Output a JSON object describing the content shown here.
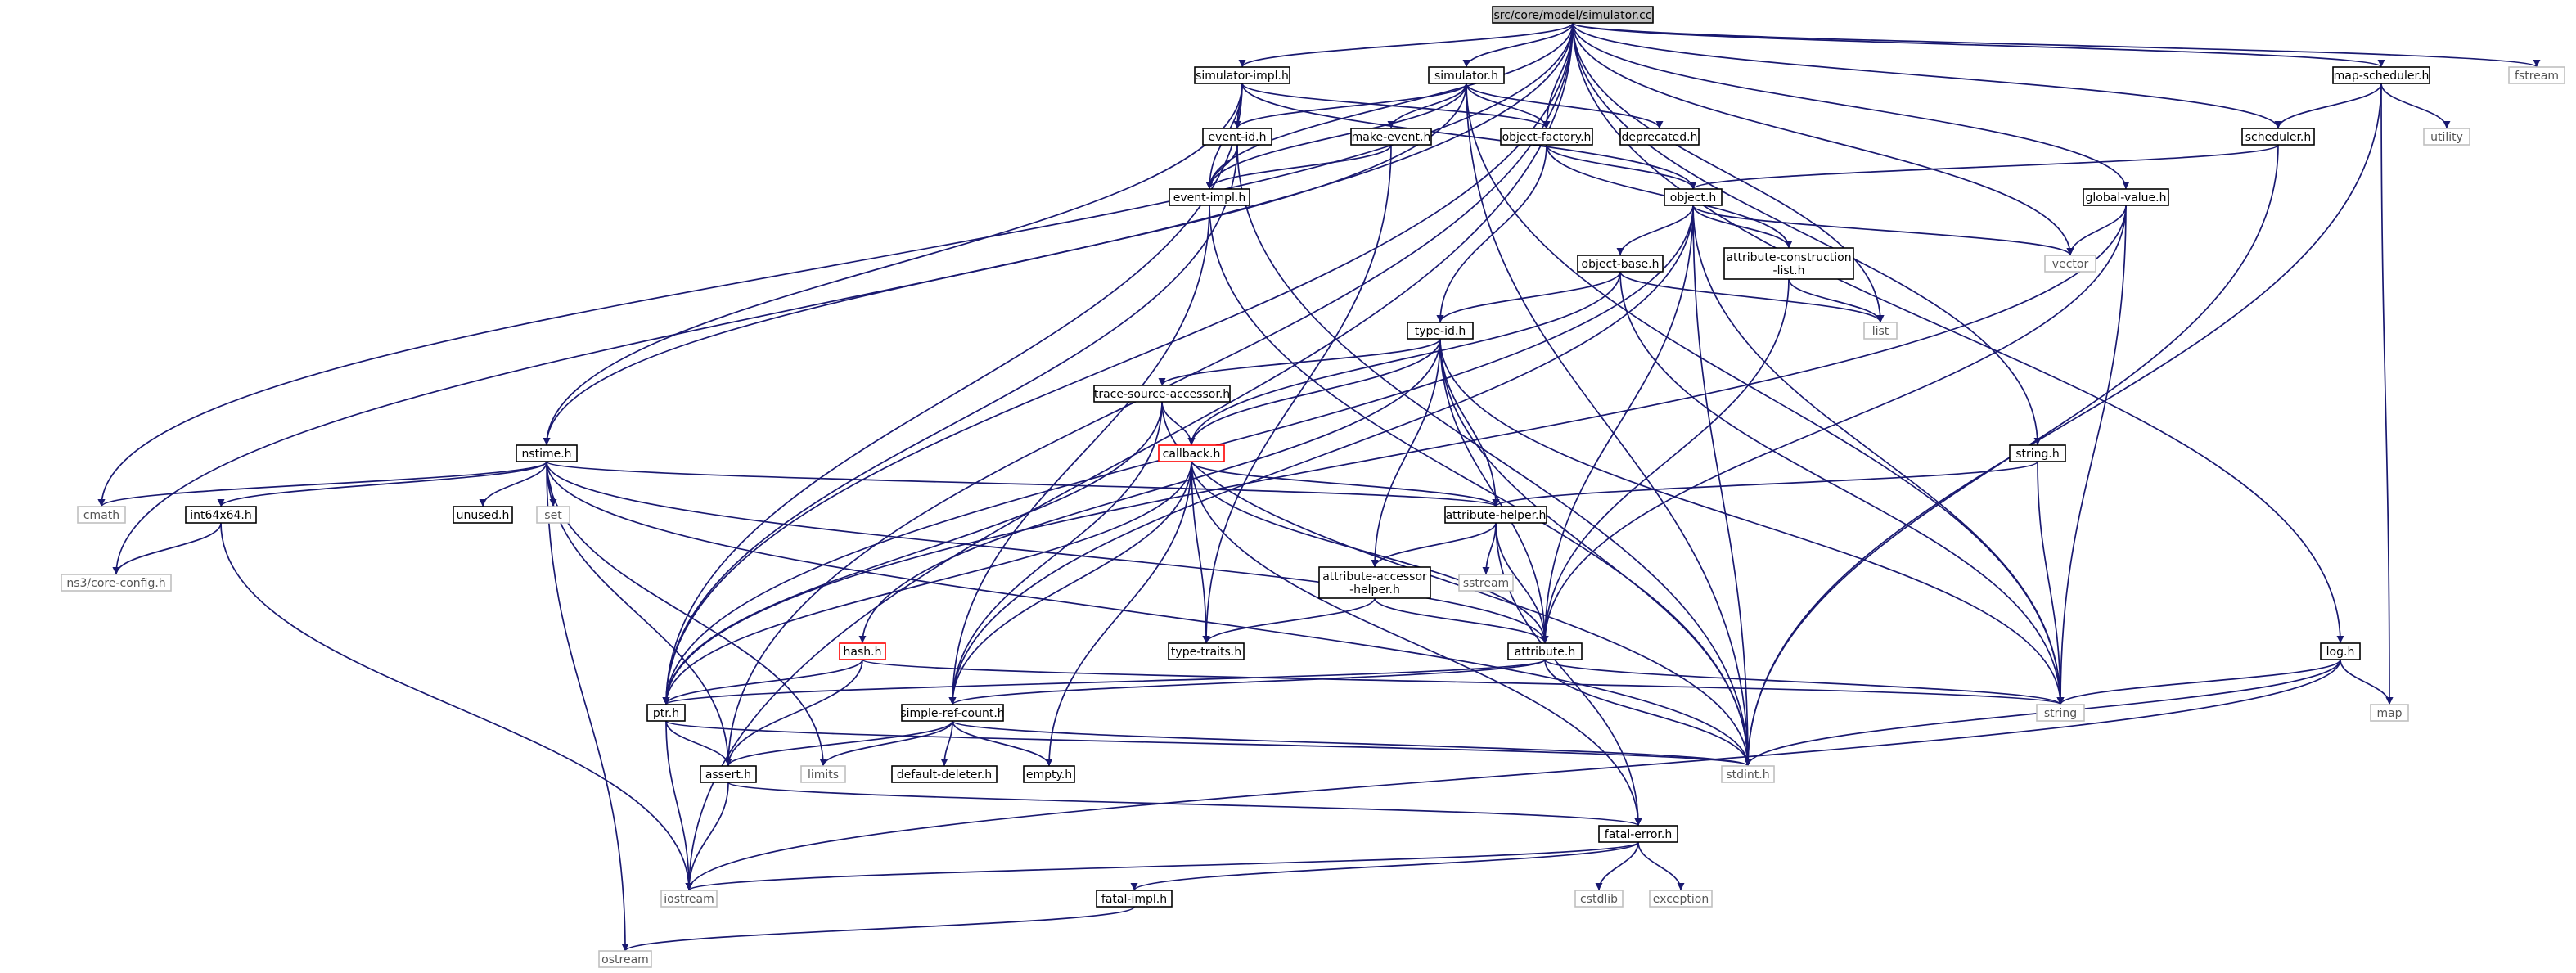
{
  "graph": {
    "edge_color": "#191970",
    "node_border_color": "#000000",
    "system_header_border_color": "#bfbfbf",
    "unresolved_border_color": "#ff0000",
    "root_fill_color": "#bfbfbf",
    "nodes": [
      {
        "id": "root",
        "label": "src/core/model/simulator.cc",
        "kind": "root"
      },
      {
        "id": "simulator-impl.h",
        "label": "simulator-impl.h",
        "kind": "header"
      },
      {
        "id": "simulator.h",
        "label": "simulator.h",
        "kind": "header"
      },
      {
        "id": "map-scheduler.h",
        "label": "map-scheduler.h",
        "kind": "header"
      },
      {
        "id": "fstream",
        "label": "fstream",
        "kind": "system"
      },
      {
        "id": "event-id.h",
        "label": "event-id.h",
        "kind": "header"
      },
      {
        "id": "object-factory.h",
        "label": "object-factory.h",
        "kind": "header"
      },
      {
        "id": "deprecated.h",
        "label": "deprecated.h",
        "kind": "header"
      },
      {
        "id": "utility",
        "label": "utility",
        "kind": "system"
      },
      {
        "id": "make-event.h",
        "label": "make-event.h",
        "kind": "header"
      },
      {
        "id": "scheduler.h",
        "label": "scheduler.h",
        "kind": "header"
      },
      {
        "id": "event-impl.h",
        "label": "event-impl.h",
        "kind": "header"
      },
      {
        "id": "object.h",
        "label": "object.h",
        "kind": "header"
      },
      {
        "id": "global-value.h",
        "label": "global-value.h",
        "kind": "header"
      },
      {
        "id": "object-base.h",
        "label": "object-base.h",
        "kind": "header"
      },
      {
        "id": "attribute-construction-list.h",
        "label": "attribute-construction\n-list.h",
        "kind": "header"
      },
      {
        "id": "vector",
        "label": "vector",
        "kind": "system"
      },
      {
        "id": "list",
        "label": "list",
        "kind": "system"
      },
      {
        "id": "type-id.h",
        "label": "type-id.h",
        "kind": "header"
      },
      {
        "id": "trace-source-accessor.h",
        "label": "trace-source-accessor.h",
        "kind": "header"
      },
      {
        "id": "nstime.h",
        "label": "nstime.h",
        "kind": "header"
      },
      {
        "id": "callback.h",
        "label": "callback.h",
        "kind": "unresolved"
      },
      {
        "id": "string.h",
        "label": "string.h",
        "kind": "header"
      },
      {
        "id": "cmath",
        "label": "cmath",
        "kind": "system"
      },
      {
        "id": "int64x64.h",
        "label": "int64x64.h",
        "kind": "header"
      },
      {
        "id": "unused.h",
        "label": "unused.h",
        "kind": "header"
      },
      {
        "id": "set",
        "label": "set",
        "kind": "system"
      },
      {
        "id": "attribute-helper.h",
        "label": "attribute-helper.h",
        "kind": "header"
      },
      {
        "id": "ns3/core-config.h",
        "label": "ns3/core-config.h",
        "kind": "system"
      },
      {
        "id": "attribute-accessor-helper.h",
        "label": "attribute-accessor\n-helper.h",
        "kind": "header"
      },
      {
        "id": "sstream",
        "label": "sstream",
        "kind": "system"
      },
      {
        "id": "hash.h",
        "label": "hash.h",
        "kind": "unresolved"
      },
      {
        "id": "type-traits.h",
        "label": "type-traits.h",
        "kind": "header"
      },
      {
        "id": "attribute.h",
        "label": "attribute.h",
        "kind": "header"
      },
      {
        "id": "log.h",
        "label": "log.h",
        "kind": "header"
      },
      {
        "id": "ptr.h",
        "label": "ptr.h",
        "kind": "header"
      },
      {
        "id": "simple-ref-count.h",
        "label": "simple-ref-count.h",
        "kind": "header"
      },
      {
        "id": "string",
        "label": "string",
        "kind": "system"
      },
      {
        "id": "map",
        "label": "map",
        "kind": "system"
      },
      {
        "id": "assert.h",
        "label": "assert.h",
        "kind": "header"
      },
      {
        "id": "limits",
        "label": "limits",
        "kind": "system"
      },
      {
        "id": "default-deleter.h",
        "label": "default-deleter.h",
        "kind": "header"
      },
      {
        "id": "empty.h",
        "label": "empty.h",
        "kind": "header"
      },
      {
        "id": "stdint.h",
        "label": "stdint.h",
        "kind": "system"
      },
      {
        "id": "fatal-error.h",
        "label": "fatal-error.h",
        "kind": "header"
      },
      {
        "id": "iostream",
        "label": "iostream",
        "kind": "system"
      },
      {
        "id": "cstdlib",
        "label": "cstdlib",
        "kind": "system"
      },
      {
        "id": "exception",
        "label": "exception",
        "kind": "system"
      },
      {
        "id": "fatal-impl.h",
        "label": "fatal-impl.h",
        "kind": "header"
      },
      {
        "id": "ostream",
        "label": "ostream",
        "kind": "system"
      }
    ],
    "edges": [
      [
        "root",
        "simulator-impl.h"
      ],
      [
        "root",
        "simulator.h"
      ],
      [
        "root",
        "map-scheduler.h"
      ],
      [
        "root",
        "fstream"
      ],
      [
        "root",
        "object-factory.h"
      ],
      [
        "root",
        "event-impl.h"
      ],
      [
        "root",
        "scheduler.h"
      ],
      [
        "root",
        "global-value.h"
      ],
      [
        "root",
        "vector"
      ],
      [
        "root",
        "list"
      ],
      [
        "root",
        "string.h"
      ],
      [
        "root",
        "log.h"
      ],
      [
        "root",
        "cmath"
      ],
      [
        "root",
        "ns3/core-config.h"
      ],
      [
        "root",
        "iostream"
      ],
      [
        "root",
        "assert.h"
      ],
      [
        "root",
        "ptr.h"
      ],
      [
        "simulator-impl.h",
        "event-id.h"
      ],
      [
        "simulator-impl.h",
        "event-impl.h"
      ],
      [
        "simulator-impl.h",
        "object-factory.h"
      ],
      [
        "simulator-impl.h",
        "object.h"
      ],
      [
        "simulator-impl.h",
        "nstime.h"
      ],
      [
        "simulator-impl.h",
        "ptr.h"
      ],
      [
        "simulator.h",
        "event-id.h"
      ],
      [
        "simulator.h",
        "event-impl.h"
      ],
      [
        "simulator.h",
        "object-factory.h"
      ],
      [
        "simulator.h",
        "deprecated.h"
      ],
      [
        "simulator.h",
        "make-event.h"
      ],
      [
        "simulator.h",
        "nstime.h"
      ],
      [
        "simulator.h",
        "string"
      ],
      [
        "simulator.h",
        "stdint.h"
      ],
      [
        "map-scheduler.h",
        "scheduler.h"
      ],
      [
        "map-scheduler.h",
        "utility"
      ],
      [
        "map-scheduler.h",
        "map"
      ],
      [
        "map-scheduler.h",
        "stdint.h"
      ],
      [
        "event-id.h",
        "event-impl.h"
      ],
      [
        "event-id.h",
        "ptr.h"
      ],
      [
        "event-id.h",
        "stdint.h"
      ],
      [
        "object-factory.h",
        "object.h"
      ],
      [
        "object-factory.h",
        "type-id.h"
      ],
      [
        "object-factory.h",
        "attribute-construction-list.h"
      ],
      [
        "make-event.h",
        "event-impl.h"
      ],
      [
        "make-event.h",
        "type-traits.h"
      ],
      [
        "scheduler.h",
        "object.h"
      ],
      [
        "scheduler.h",
        "stdint.h"
      ],
      [
        "event-impl.h",
        "simple-ref-count.h"
      ],
      [
        "event-impl.h",
        "stdint.h"
      ],
      [
        "object.h",
        "object-base.h"
      ],
      [
        "object.h",
        "attribute-construction-list.h"
      ],
      [
        "object.h",
        "vector"
      ],
      [
        "object.h",
        "ptr.h"
      ],
      [
        "object.h",
        "attribute.h"
      ],
      [
        "object.h",
        "simple-ref-count.h"
      ],
      [
        "object.h",
        "stdint.h"
      ],
      [
        "object.h",
        "string"
      ],
      [
        "global-value.h",
        "vector"
      ],
      [
        "global-value.h",
        "ptr.h"
      ],
      [
        "global-value.h",
        "attribute.h"
      ],
      [
        "global-value.h",
        "string"
      ],
      [
        "object-base.h",
        "type-id.h"
      ],
      [
        "object-base.h",
        "callback.h"
      ],
      [
        "object-base.h",
        "list"
      ],
      [
        "object-base.h",
        "string"
      ],
      [
        "attribute-construction-list.h",
        "list"
      ],
      [
        "attribute-construction-list.h",
        "attribute.h"
      ],
      [
        "type-id.h",
        "trace-source-accessor.h"
      ],
      [
        "type-id.h",
        "callback.h"
      ],
      [
        "type-id.h",
        "attribute-helper.h"
      ],
      [
        "type-id.h",
        "attribute-accessor-helper.h"
      ],
      [
        "type-id.h",
        "attribute.h"
      ],
      [
        "type-id.h",
        "hash.h"
      ],
      [
        "type-id.h",
        "stdint.h"
      ],
      [
        "type-id.h",
        "string"
      ],
      [
        "trace-source-accessor.h",
        "callback.h"
      ],
      [
        "trace-source-accessor.h",
        "ptr.h"
      ],
      [
        "trace-source-accessor.h",
        "simple-ref-count.h"
      ],
      [
        "trace-source-accessor.h",
        "stdint.h"
      ],
      [
        "nstime.h",
        "cmath"
      ],
      [
        "nstime.h",
        "int64x64.h"
      ],
      [
        "nstime.h",
        "unused.h"
      ],
      [
        "nstime.h",
        "set"
      ],
      [
        "nstime.h",
        "attribute-helper.h"
      ],
      [
        "nstime.h",
        "attribute.h"
      ],
      [
        "nstime.h",
        "assert.h"
      ],
      [
        "nstime.h",
        "ostream"
      ],
      [
        "nstime.h",
        "limits"
      ],
      [
        "nstime.h",
        "stdint.h"
      ],
      [
        "callback.h",
        "attribute-helper.h"
      ],
      [
        "callback.h",
        "ptr.h"
      ],
      [
        "callback.h",
        "simple-ref-count.h"
      ],
      [
        "callback.h",
        "type-traits.h"
      ],
      [
        "callback.h",
        "attribute.h"
      ],
      [
        "callback.h",
        "fatal-error.h"
      ],
      [
        "callback.h",
        "empty.h"
      ],
      [
        "string.h",
        "attribute-helper.h"
      ],
      [
        "string.h",
        "string"
      ],
      [
        "int64x64.h",
        "ns3/core-config.h"
      ],
      [
        "int64x64.h",
        "iostream"
      ],
      [
        "attribute-helper.h",
        "attribute-accessor-helper.h"
      ],
      [
        "attribute-helper.h",
        "sstream"
      ],
      [
        "attribute-helper.h",
        "attribute.h"
      ],
      [
        "attribute-helper.h",
        "fatal-error.h"
      ],
      [
        "attribute-accessor-helper.h",
        "attribute.h"
      ],
      [
        "attribute-accessor-helper.h",
        "type-traits.h"
      ],
      [
        "hash.h",
        "ptr.h"
      ],
      [
        "hash.h",
        "assert.h"
      ],
      [
        "hash.h",
        "string"
      ],
      [
        "attribute.h",
        "ptr.h"
      ],
      [
        "attribute.h",
        "simple-ref-count.h"
      ],
      [
        "attribute.h",
        "string"
      ],
      [
        "attribute.h",
        "stdint.h"
      ],
      [
        "log.h",
        "string"
      ],
      [
        "log.h",
        "map"
      ],
      [
        "log.h",
        "stdint.h"
      ],
      [
        "log.h",
        "iostream"
      ],
      [
        "ptr.h",
        "assert.h"
      ],
      [
        "ptr.h",
        "iostream"
      ],
      [
        "ptr.h",
        "stdint.h"
      ],
      [
        "simple-ref-count.h",
        "assert.h"
      ],
      [
        "simple-ref-count.h",
        "limits"
      ],
      [
        "simple-ref-count.h",
        "default-deleter.h"
      ],
      [
        "simple-ref-count.h",
        "empty.h"
      ],
      [
        "simple-ref-count.h",
        "stdint.h"
      ],
      [
        "assert.h",
        "fatal-error.h"
      ],
      [
        "assert.h",
        "iostream"
      ],
      [
        "fatal-error.h",
        "iostream"
      ],
      [
        "fatal-error.h",
        "cstdlib"
      ],
      [
        "fatal-error.h",
        "exception"
      ],
      [
        "fatal-error.h",
        "fatal-impl.h"
      ],
      [
        "fatal-impl.h",
        "ostream"
      ]
    ]
  }
}
